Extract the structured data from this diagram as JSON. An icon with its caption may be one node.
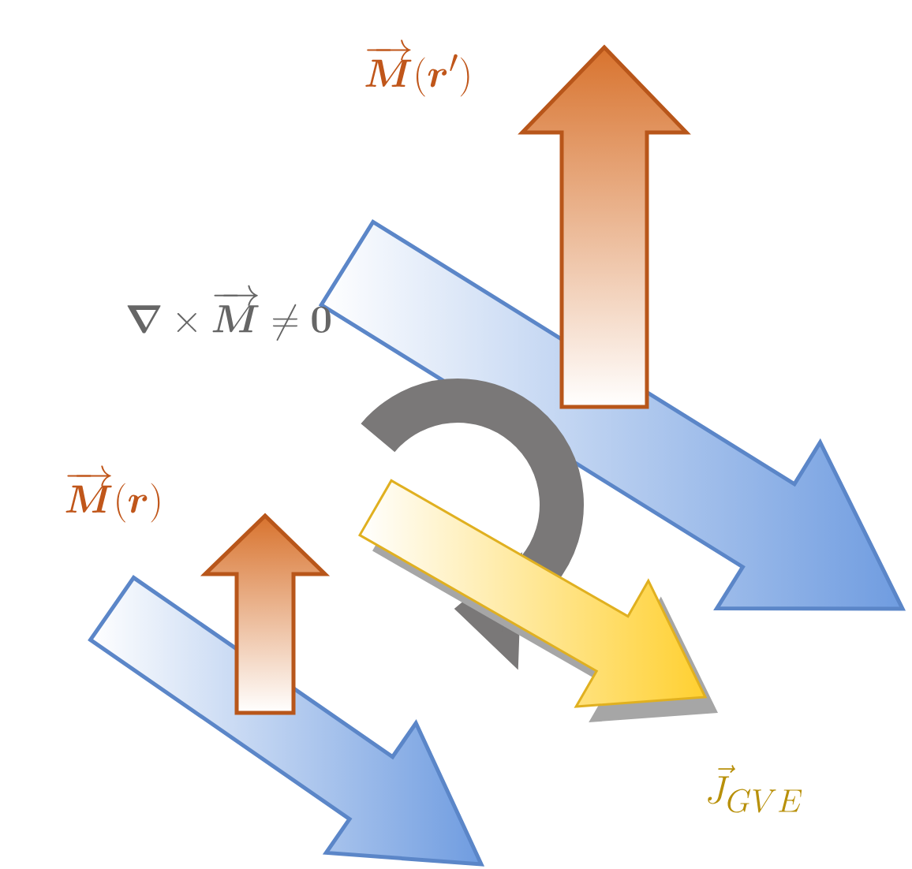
{
  "diagram": {
    "labels": [
      "\\overrightarrow{\\boldsymbol{M}}(\\boldsymbol{r}')",
      "\\boldsymbol{\\nabla}\\times\\overrightarrow{\\boldsymbol{M}}\\neq\\boldsymbol{0}",
      "\\overrightarrow{\\boldsymbol{M}}(\\boldsymbol{r})",
      "\\vec{J}_{GVE}"
    ]
  }
}
